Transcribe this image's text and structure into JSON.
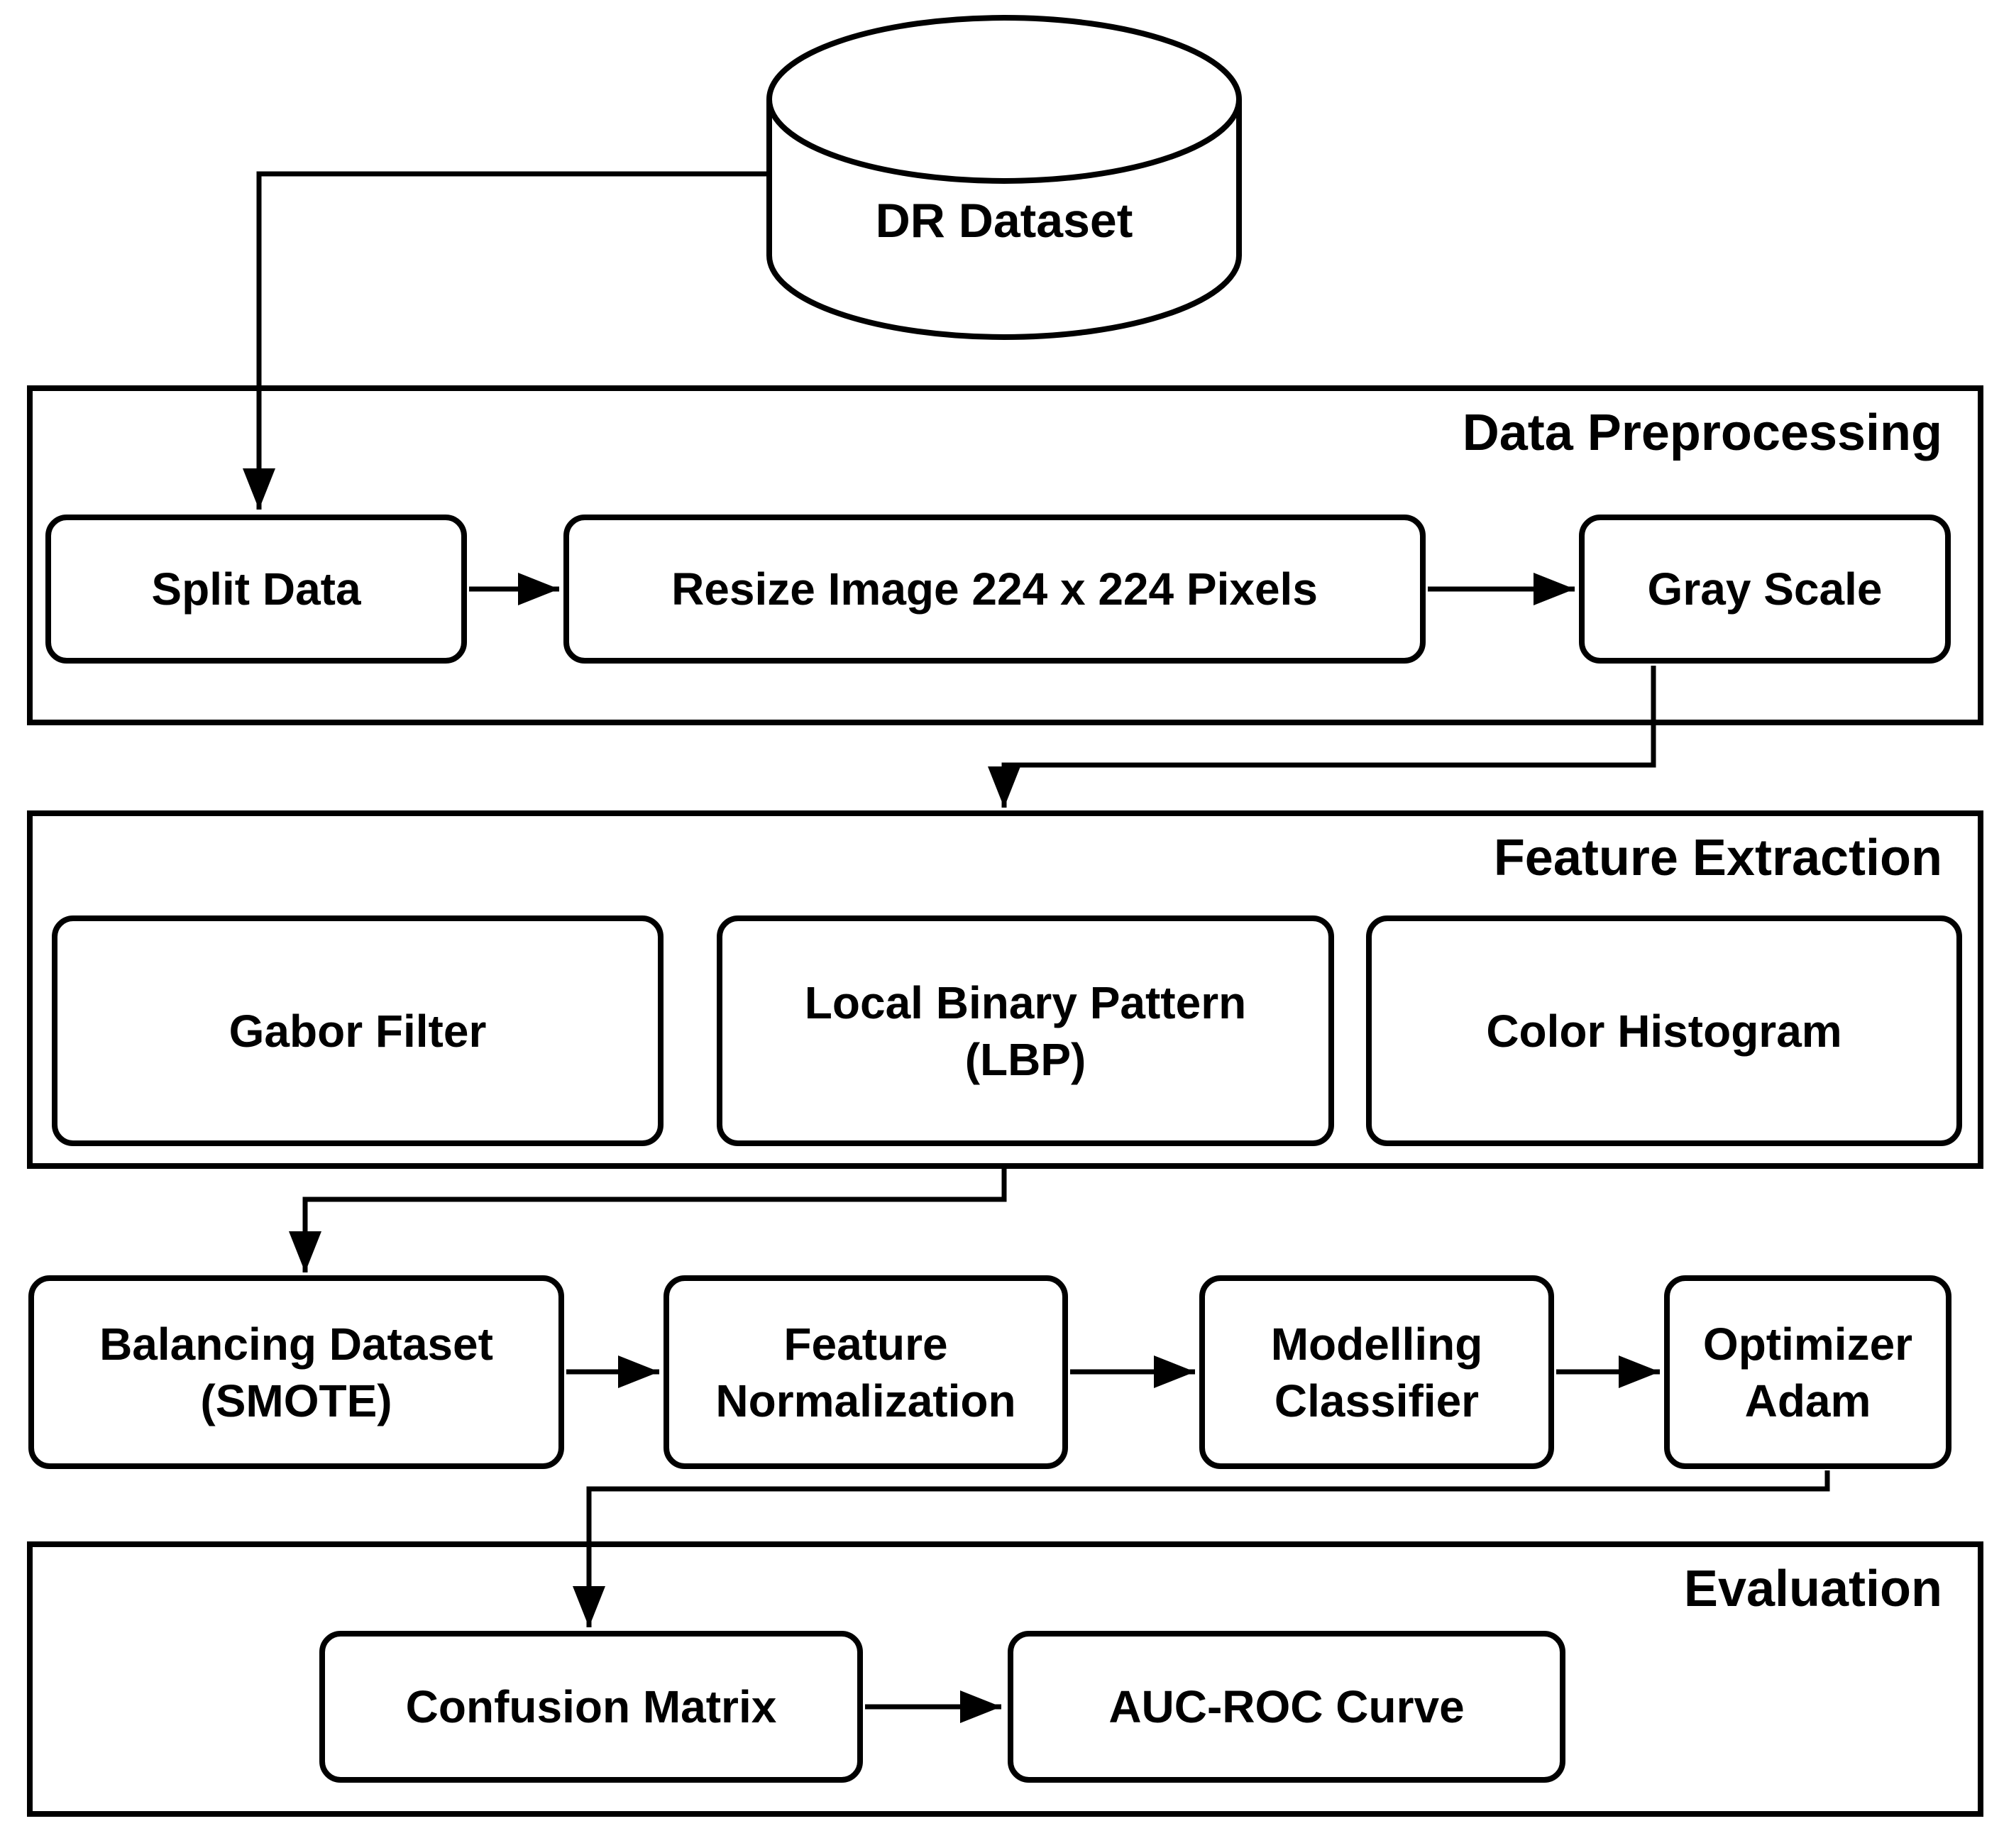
{
  "colors": {
    "line": "#000000",
    "node_fill": "#ffffff",
    "background": "#ffffff"
  },
  "dataset": {
    "label": "DR Dataset"
  },
  "sections": {
    "preprocessing": {
      "title": "Data Preprocessing",
      "nodes": {
        "split_data": {
          "label": "Split Data"
        },
        "resize": {
          "label": "Resize Image 224 x 224 Pixels"
        },
        "gray_scale": {
          "label": "Gray Scale"
        }
      }
    },
    "feature_extraction": {
      "title": "Feature Extraction",
      "nodes": {
        "gabor": {
          "label": "Gabor Filter"
        },
        "lbp": {
          "label": "Local Binary Pattern\n(LBP)"
        },
        "color_histogram": {
          "label": "Color Histogram"
        }
      }
    },
    "modelling": {
      "nodes": {
        "smote": {
          "label": "Balancing Dataset\n(SMOTE)"
        },
        "normalization": {
          "label": "Feature\nNormalization"
        },
        "classifier": {
          "label": "Modelling\nClassifier"
        },
        "optimizer": {
          "label": "Optimizer\nAdam"
        }
      }
    },
    "evaluation": {
      "title": "Evaluation",
      "nodes": {
        "confusion_matrix": {
          "label": "Confusion Matrix"
        },
        "auc_roc": {
          "label": "AUC-ROC Curve"
        }
      }
    }
  },
  "edges": [
    {
      "from": "dataset",
      "to": "split_data"
    },
    {
      "from": "split_data",
      "to": "resize"
    },
    {
      "from": "resize",
      "to": "gray_scale"
    },
    {
      "from": "gray_scale",
      "to": "feature_extraction_section"
    },
    {
      "from": "feature_extraction_section",
      "to": "smote"
    },
    {
      "from": "smote",
      "to": "normalization"
    },
    {
      "from": "normalization",
      "to": "classifier"
    },
    {
      "from": "classifier",
      "to": "optimizer"
    },
    {
      "from": "optimizer",
      "to": "confusion_matrix"
    },
    {
      "from": "confusion_matrix",
      "to": "auc_roc"
    }
  ]
}
